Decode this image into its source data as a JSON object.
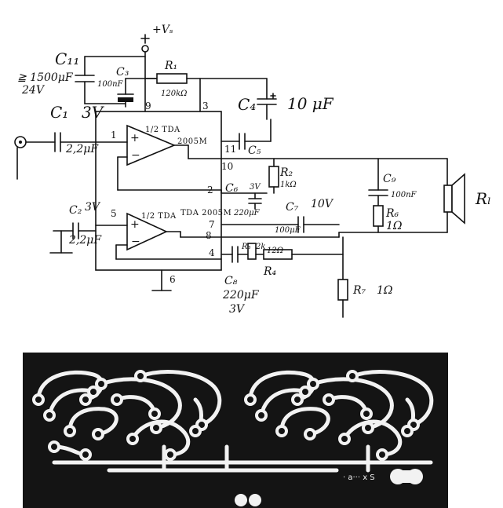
{
  "schematic": {
    "supply": "+Vₛ",
    "c11": {
      "name": "C₁₁",
      "value": "≧ 1500μF",
      "voltage": "24V"
    },
    "c3": {
      "name": "C₃",
      "value": "100nF"
    },
    "r1": {
      "name": "R₁",
      "value": "120kΩ"
    },
    "c4": {
      "name": "C₄",
      "value": "10 μF"
    },
    "c1": {
      "name": "C₁",
      "voltage": "3V",
      "value": "2,2μF"
    },
    "ic1": {
      "label": "1/2 TDA",
      "part": "2005M"
    },
    "ic2": {
      "label": "1/2 TDA",
      "part": "TDA 2005M"
    },
    "c5": {
      "name": "C₅"
    },
    "r2": {
      "name": "R₂",
      "value": "1kΩ"
    },
    "c9": {
      "name": "C₉",
      "value": "100nF"
    },
    "r6": {
      "name": "R₆",
      "value": "1Ω"
    },
    "load": "Rₗ",
    "c6": {
      "name": "C₆",
      "voltage": "3V",
      "value": "220μF"
    },
    "c2": {
      "name": "C₂",
      "voltage": "3V",
      "value": "2,2μF"
    },
    "c7": {
      "name": "C₇",
      "voltage": "10V",
      "value": "100μF"
    },
    "r3": {
      "name": "R₃",
      "value": "2k"
    },
    "r4": {
      "name": "R₄",
      "value": "12Ω"
    },
    "c8": {
      "name": "C₈",
      "value": "220μF",
      "voltage": "3V"
    },
    "r7": {
      "name": "R₇",
      "value": "1Ω"
    },
    "pins": {
      "p1": "1",
      "p2": "2",
      "p3": "3",
      "p4": "4",
      "p5": "5",
      "p6": "6",
      "p7": "7",
      "p8": "8",
      "p9": "9",
      "p10": "10",
      "p11": "11"
    }
  },
  "pcb": {
    "marking": "· а··· х S"
  }
}
